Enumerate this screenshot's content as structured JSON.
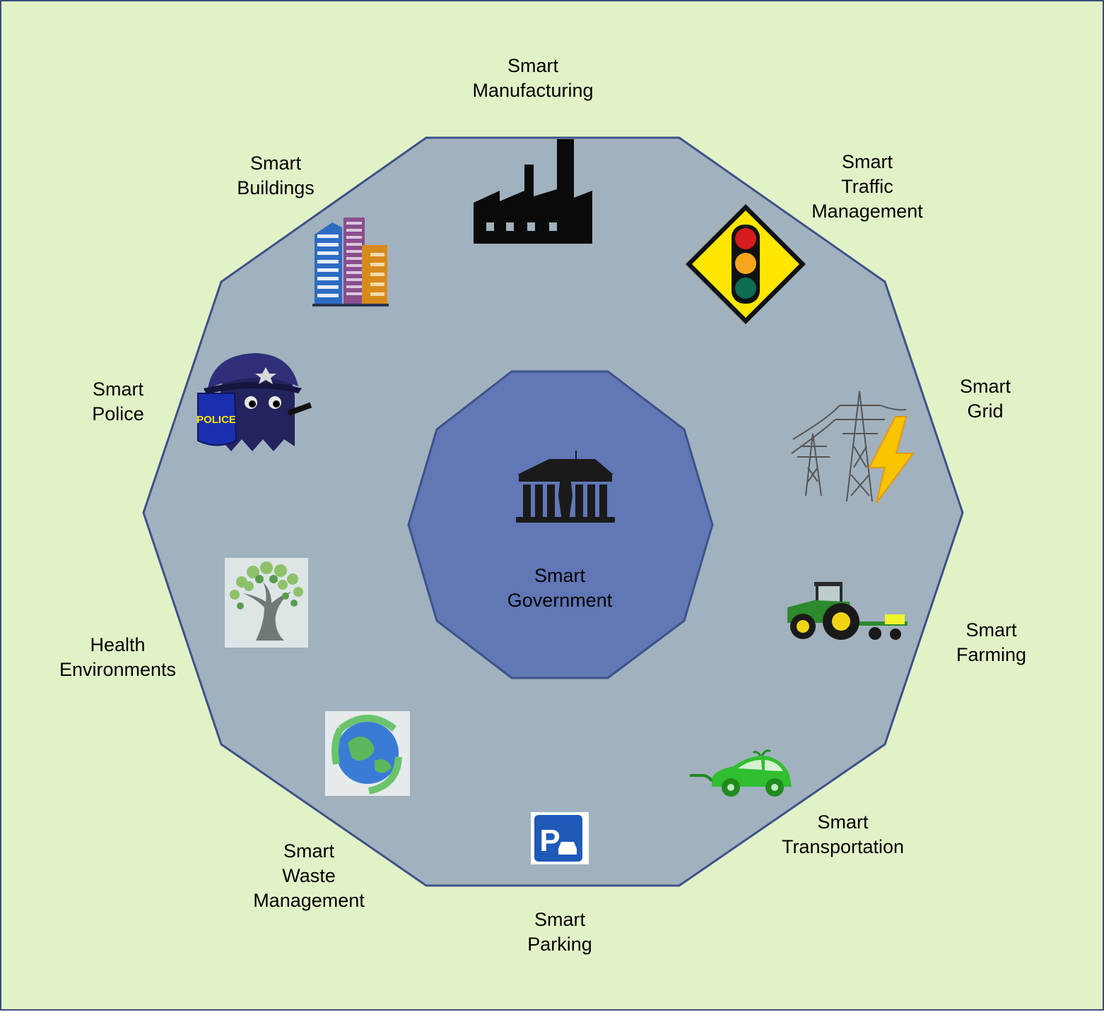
{
  "center": {
    "lines": [
      "Smart",
      "Government"
    ],
    "icon": "parthenon-icon"
  },
  "domains": [
    {
      "id": "manufacturing",
      "lines": [
        "Smart",
        "Manufacturing"
      ],
      "icon": "factory-icon"
    },
    {
      "id": "traffic",
      "lines": [
        "Smart",
        "Traffic",
        "Management"
      ],
      "icon": "traffic-light-icon"
    },
    {
      "id": "grid",
      "lines": [
        "Smart",
        "Grid"
      ],
      "icon": "power-pylon-icon"
    },
    {
      "id": "farming",
      "lines": [
        "Smart",
        "Farming"
      ],
      "icon": "tractor-icon"
    },
    {
      "id": "transportation",
      "lines": [
        "Smart",
        "Transportation"
      ],
      "icon": "electric-car-icon"
    },
    {
      "id": "parking",
      "lines": [
        "Smart",
        "Parking"
      ],
      "icon": "parking-sign-icon"
    },
    {
      "id": "waste",
      "lines": [
        "Smart",
        "Waste",
        "Management"
      ],
      "icon": "recycle-globe-icon"
    },
    {
      "id": "health",
      "lines": [
        "Health",
        "Environments"
      ],
      "icon": "tree-icon"
    },
    {
      "id": "police",
      "lines": [
        "Smart",
        "Police"
      ],
      "icon": "police-icon"
    },
    {
      "id": "buildings",
      "lines": [
        "Smart",
        "Buildings"
      ],
      "icon": "buildings-icon"
    }
  ],
  "police_badge_text": "POLICE",
  "parking_letter": "P",
  "colors": {
    "background": "#e2f2c7",
    "outer_fill": "#a1b1be",
    "outer_stroke": "#3e5289",
    "inner_fill": "#6177b6",
    "inner_stroke": "#3e5289"
  }
}
